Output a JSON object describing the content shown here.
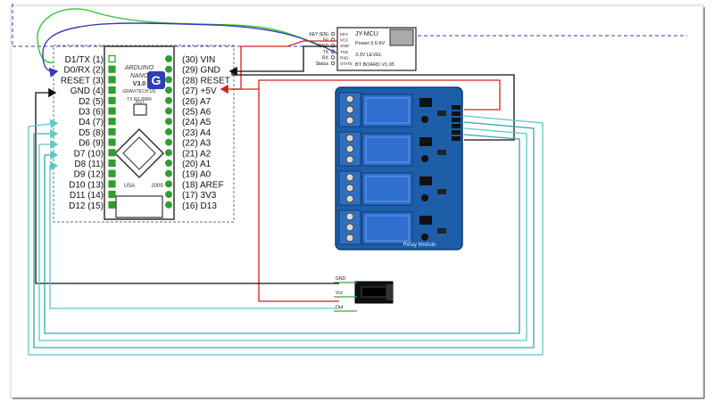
{
  "arduino": {
    "left_pins": [
      "D1/TX (1)",
      "D0/RX (2)",
      "RESET (3)",
      "GND (4)",
      "D2 (5)",
      "D3 (6)",
      "D4 (7)",
      "D5 (8)",
      "D6 (9)",
      "D7 (10)",
      "D8 (11)",
      "D9 (12)",
      "D10 (13)",
      "D11 (14)",
      "D12 (15)"
    ],
    "right_pins": [
      "(30) VIN",
      "(29) GND",
      "(28) RESET",
      "(27) +5V",
      "(26) A7",
      "(25) A6",
      "(24) A5",
      "(23) A4",
      "(22) A3",
      "(21) A2",
      "(20) A1",
      "(19) A0",
      "(18) AREF",
      "(17) 3V3",
      "(16) D13"
    ],
    "board_text": {
      "line1": "ARDUINO",
      "line2": "NANO",
      "line3": "V3.0",
      "maker": "GRAVITECH.US",
      "tx_rx": "TX  RX  PWR",
      "rst": "RST",
      "usa": "USA",
      "year": "2009"
    }
  },
  "bluetooth": {
    "pins": [
      "KEY (EN)",
      "5V",
      "GND",
      "TX",
      "RX",
      "Status"
    ],
    "board_labels": [
      "KEY",
      "VCC",
      "GND",
      "TXD",
      "RXD",
      "STATE"
    ],
    "title": "JY-MCU",
    "power": "Power:3.6-6V",
    "level": "3.3V LEVEL",
    "note": "BT BOARD V1.05"
  },
  "relay": {
    "label": "Relay Module",
    "channels": 4
  },
  "ir_sensor": {
    "pins": [
      "GND",
      "Vcc",
      "Out"
    ]
  },
  "colors": {
    "red": "#d42020",
    "black": "#111111",
    "blue": "#3a3ab8",
    "green": "#39c339",
    "cyan": "#5cc8c8",
    "teal": "#3aa6a6",
    "board_outline": "#8a8a8a",
    "relay_board": "#1d5ea8"
  }
}
